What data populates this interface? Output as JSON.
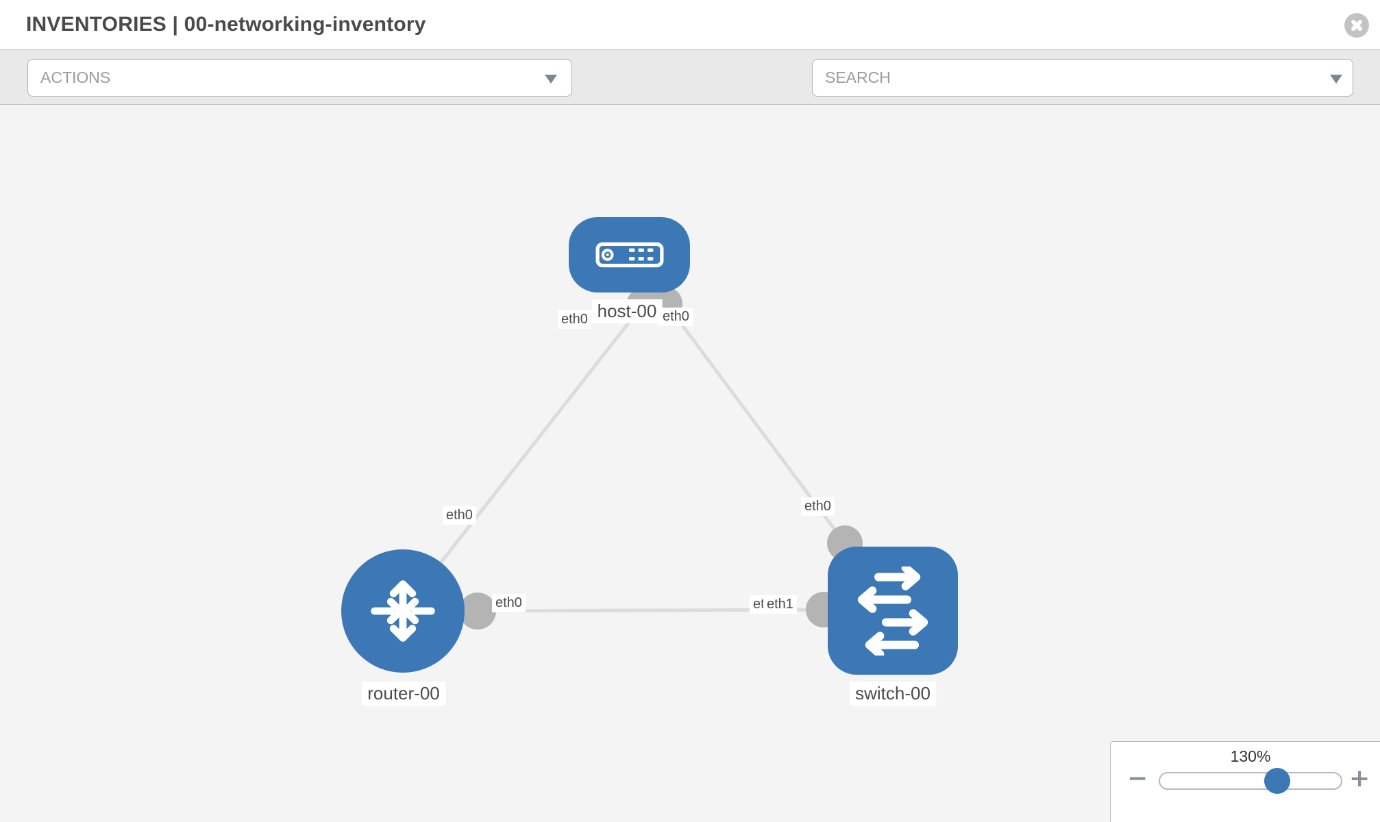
{
  "header": {
    "title": "INVENTORIES | 00-networking-inventory"
  },
  "toolbar": {
    "actions_placeholder": "ACTIONS",
    "search_placeholder": "SEARCH",
    "tool_icons": [
      "wrench-icon",
      "key-icon"
    ]
  },
  "diagram": {
    "nodes": [
      {
        "label": "host-00",
        "type": "host"
      },
      {
        "label": "router-00",
        "type": "router"
      },
      {
        "label": "switch-00",
        "type": "switch"
      }
    ],
    "links": [
      {
        "from": "host-00",
        "to": "router-00",
        "from_if": "eth0",
        "to_if": "eth0"
      },
      {
        "from": "host-00",
        "to": "switch-00",
        "from_if": "eth0",
        "to_if": "eth0"
      },
      {
        "from": "router-00",
        "to": "switch-00",
        "from_if": "eth0",
        "to_if": "eth1",
        "to_if_back": "eth0"
      }
    ]
  },
  "zoom_control": {
    "level": "130%",
    "value": 130,
    "minus_label": "−",
    "plus_label": "+"
  },
  "colors": {
    "node_blue": "#3b78b5",
    "link_gray": "#dcdcdc",
    "stub_gray": "#b4b4b4",
    "canvas_bg": "#f4f4f4"
  }
}
